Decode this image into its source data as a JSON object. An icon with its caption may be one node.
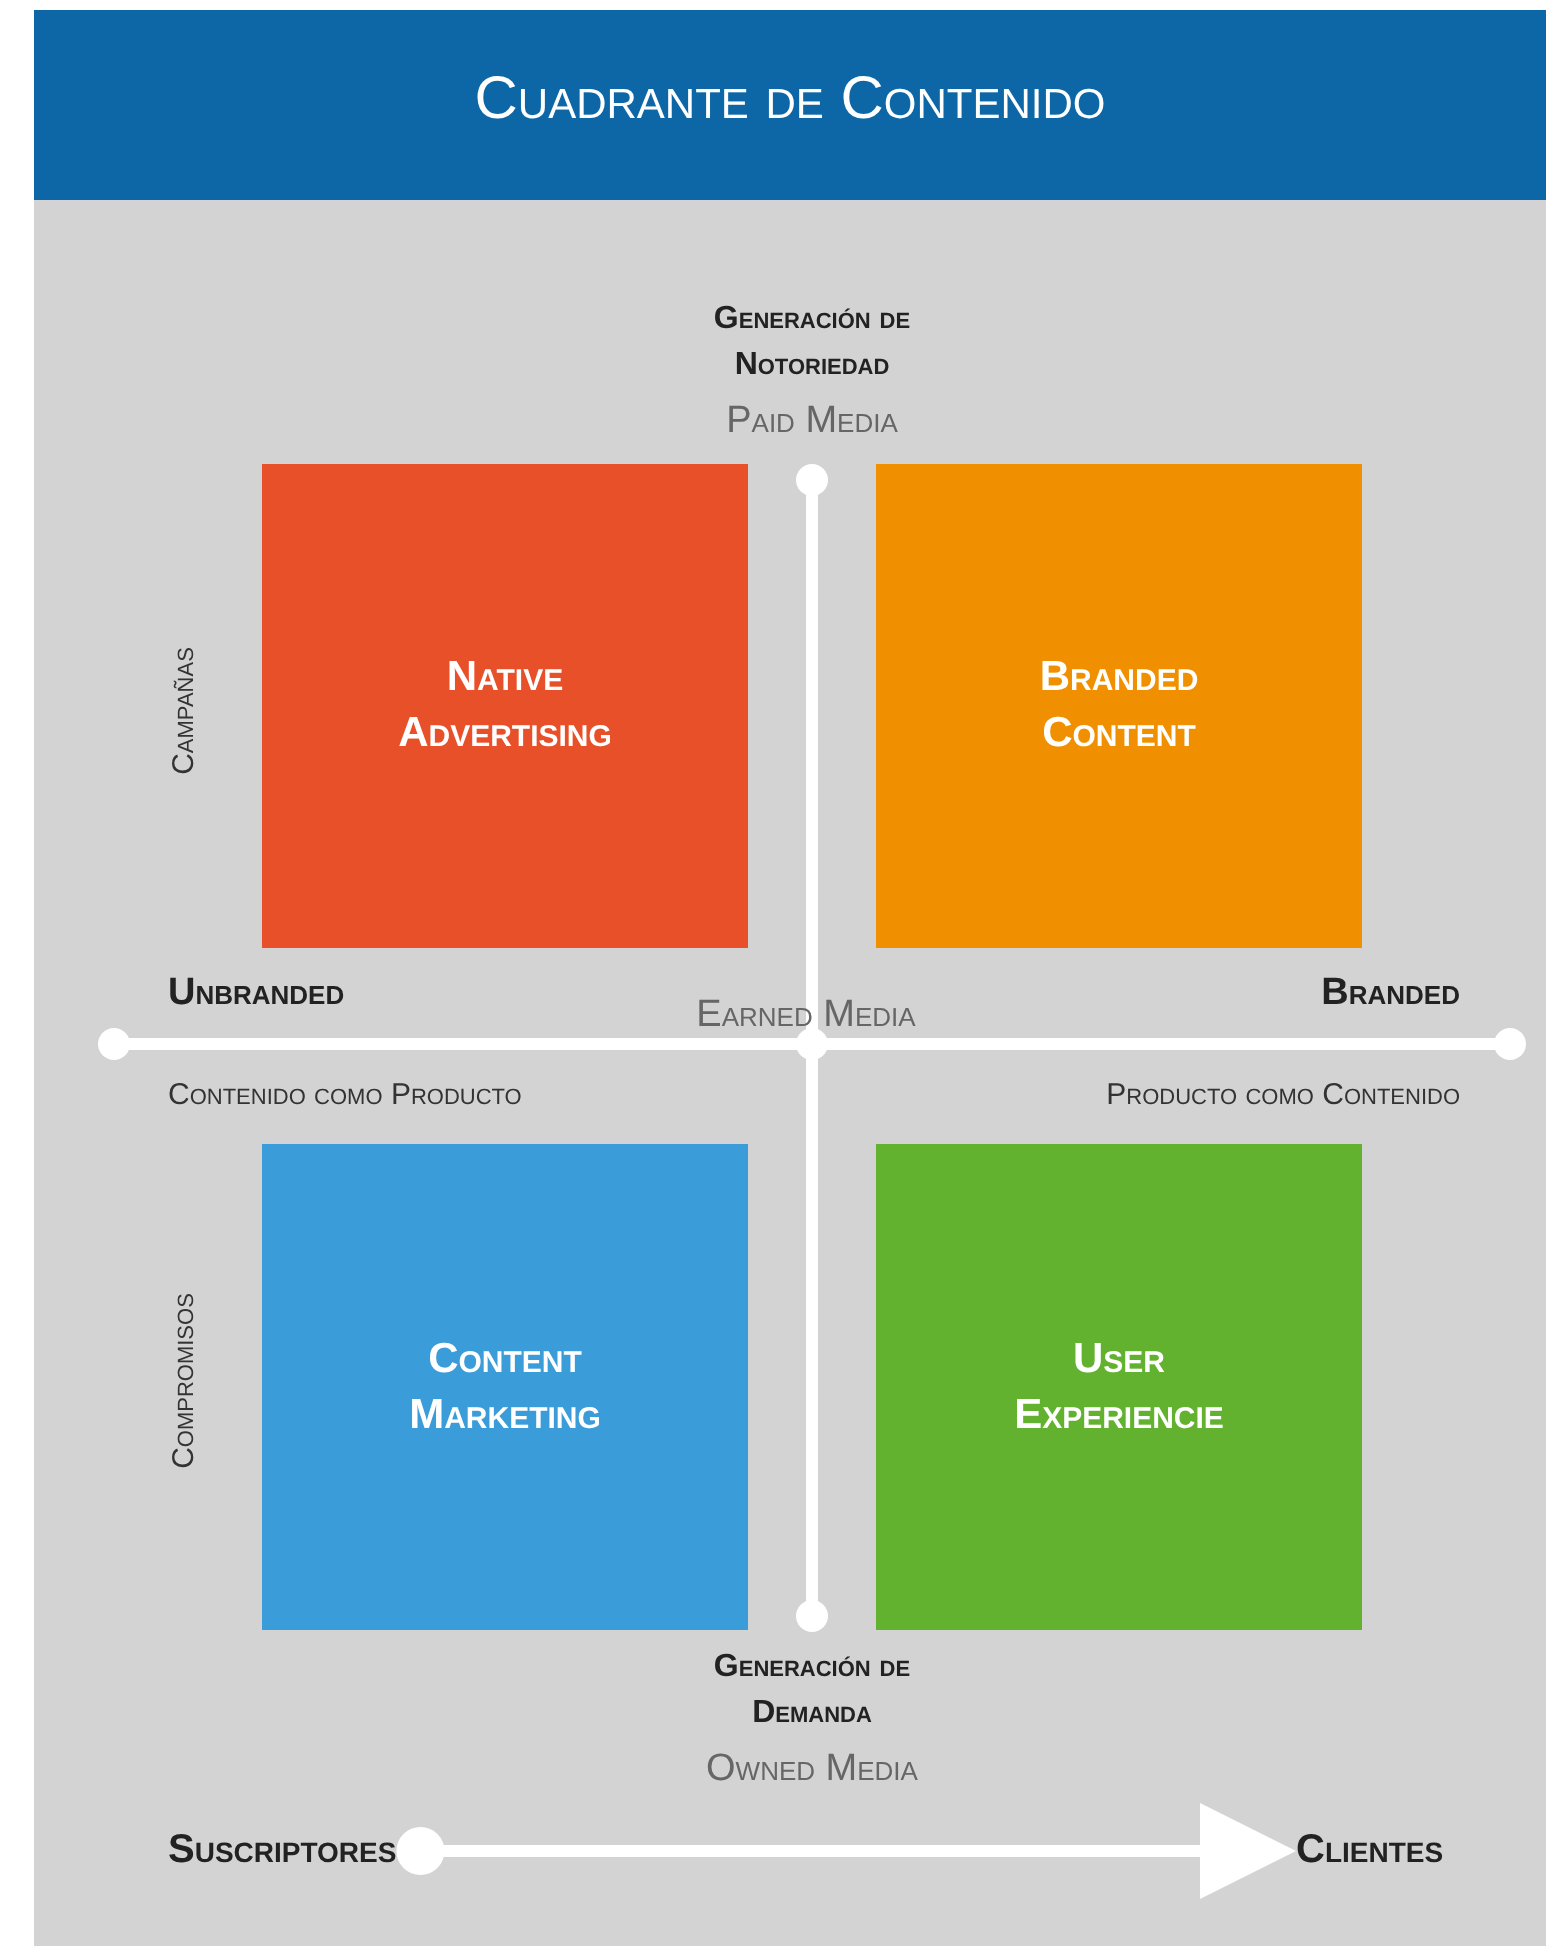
{
  "diagram": {
    "title": "Cuadrante de Contenido",
    "nodes": [
      {
        "text": [
          "Native Advertising"
        ]
      },
      {
        "text": [
          "Branded Content"
        ]
      },
      {
        "text": [
          "Content Marketing"
        ]
      },
      {
        "text": [
          "User Experiencie"
        ]
      },
      {
        "text": [
          "Suscriptores"
        ]
      },
      {
        "text": [
          "Clientes"
        ]
      }
    ],
    "edges": [
      {
        "from": 4,
        "to": 5,
        "arrow": "to"
      }
    ],
    "labels": [
      "Generación de Notoriedad",
      "Paid Media",
      "Campañas",
      "Unbranded",
      "Earned Media",
      "Branded",
      "Contenido como Producto",
      "Producto como Contenido",
      "Compromisos",
      "Generación de Demanda",
      "Owned Media"
    ]
  }
}
